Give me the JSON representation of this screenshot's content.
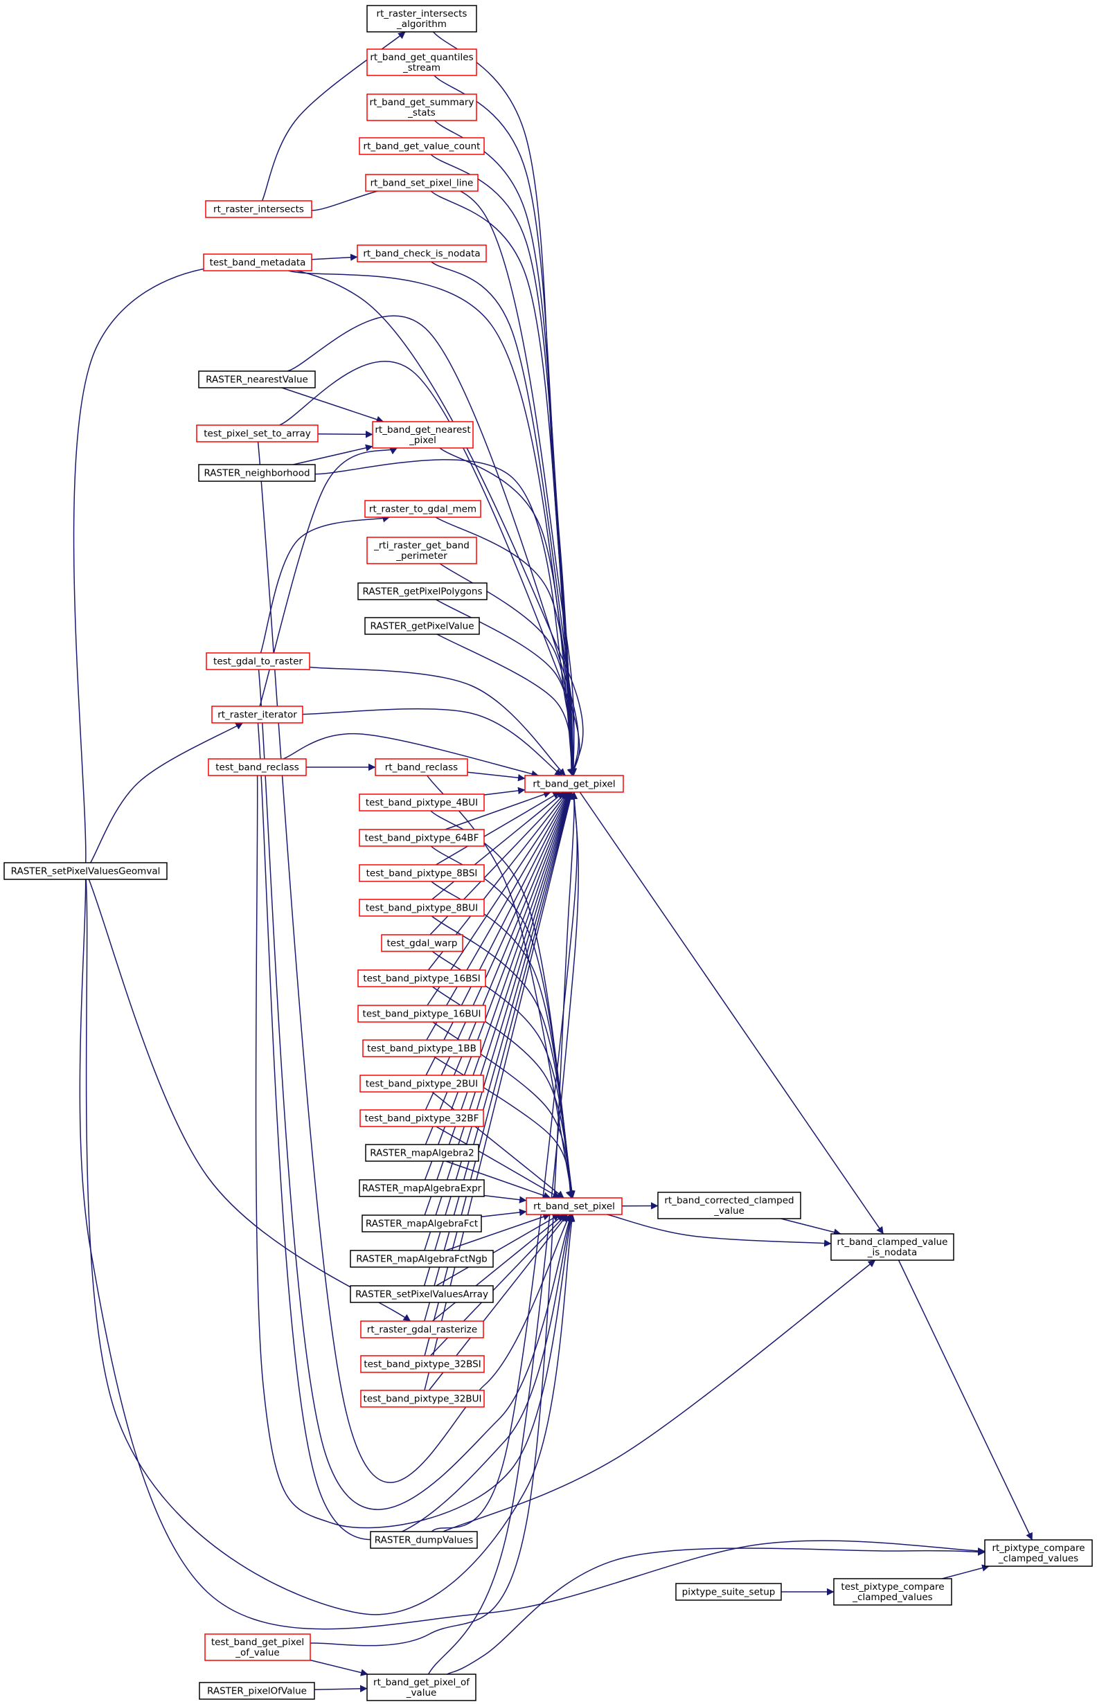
{
  "colors": {
    "edge": "#191970",
    "node_border_default": "#000000",
    "node_border_undocumented": "#ff0000",
    "node_fill_focus": "#bfbfbf",
    "node_fill": "#ffffff"
  },
  "nodes": [
    {
      "id": "rt_raster_intersects_algorithm",
      "lines": [
        "rt_raster_intersects",
        "_algorithm"
      ],
      "border": "black"
    },
    {
      "id": "rt_band_get_quantiles_stream",
      "lines": [
        "rt_band_get_quantiles",
        "_stream"
      ],
      "border": "red"
    },
    {
      "id": "rt_band_get_summary_stats",
      "lines": [
        "rt_band_get_summary",
        "_stats"
      ],
      "border": "red"
    },
    {
      "id": "rt_band_get_value_count",
      "lines": [
        "rt_band_get_value_count"
      ],
      "border": "red"
    },
    {
      "id": "rt_band_set_pixel_line",
      "lines": [
        "rt_band_set_pixel_line"
      ],
      "border": "red"
    },
    {
      "id": "rt_raster_intersects",
      "lines": [
        "rt_raster_intersects"
      ],
      "border": "red"
    },
    {
      "id": "rt_band_check_is_nodata",
      "lines": [
        "rt_band_check_is_nodata"
      ],
      "border": "red"
    },
    {
      "id": "test_band_metadata",
      "lines": [
        "test_band_metadata"
      ],
      "border": "red"
    },
    {
      "id": "RASTER_nearestValue",
      "lines": [
        "RASTER_nearestValue"
      ],
      "border": "black"
    },
    {
      "id": "rt_band_get_nearest_pixel",
      "lines": [
        "rt_band_get_nearest",
        "_pixel"
      ],
      "border": "red"
    },
    {
      "id": "test_pixel_set_to_array",
      "lines": [
        "test_pixel_set_to_array"
      ],
      "border": "red"
    },
    {
      "id": "RASTER_neighborhood",
      "lines": [
        "RASTER_neighborhood"
      ],
      "border": "black"
    },
    {
      "id": "rt_raster_to_gdal_mem",
      "lines": [
        "rt_raster_to_gdal_mem"
      ],
      "border": "red"
    },
    {
      "id": "_rti_raster_get_band_perimeter",
      "lines": [
        "_rti_raster_get_band",
        "_perimeter"
      ],
      "border": "red"
    },
    {
      "id": "RASTER_getPixelPolygons",
      "lines": [
        "RASTER_getPixelPolygons"
      ],
      "border": "black"
    },
    {
      "id": "RASTER_getPixelValue",
      "lines": [
        "RASTER_getPixelValue"
      ],
      "border": "black"
    },
    {
      "id": "test_gdal_to_raster",
      "lines": [
        "test_gdal_to_raster"
      ],
      "border": "red"
    },
    {
      "id": "rt_raster_iterator",
      "lines": [
        "rt_raster_iterator"
      ],
      "border": "red"
    },
    {
      "id": "test_band_reclass",
      "lines": [
        "test_band_reclass"
      ],
      "border": "red"
    },
    {
      "id": "rt_band_reclass",
      "lines": [
        "rt_band_reclass"
      ],
      "border": "red"
    },
    {
      "id": "rt_band_get_pixel",
      "lines": [
        "rt_band_get_pixel"
      ],
      "border": "red"
    },
    {
      "id": "test_band_pixtype_4BUI",
      "lines": [
        "test_band_pixtype_4BUI"
      ],
      "border": "red"
    },
    {
      "id": "test_band_pixtype_64BF",
      "lines": [
        "test_band_pixtype_64BF"
      ],
      "border": "red"
    },
    {
      "id": "RASTER_setPixelValuesGeomval",
      "lines": [
        "RASTER_setPixelValuesGeomval"
      ],
      "border": "black"
    },
    {
      "id": "test_band_pixtype_8BSI",
      "lines": [
        "test_band_pixtype_8BSI"
      ],
      "border": "red"
    },
    {
      "id": "test_band_pixtype_8BUI",
      "lines": [
        "test_band_pixtype_8BUI"
      ],
      "border": "red"
    },
    {
      "id": "test_gdal_warp",
      "lines": [
        "test_gdal_warp"
      ],
      "border": "red"
    },
    {
      "id": "test_band_pixtype_16BSI",
      "lines": [
        "test_band_pixtype_16BSI"
      ],
      "border": "red"
    },
    {
      "id": "test_band_pixtype_16BUI",
      "lines": [
        "test_band_pixtype_16BUI"
      ],
      "border": "red"
    },
    {
      "id": "test_band_pixtype_1BB",
      "lines": [
        "test_band_pixtype_1BB"
      ],
      "border": "red"
    },
    {
      "id": "test_band_pixtype_2BUI",
      "lines": [
        "test_band_pixtype_2BUI"
      ],
      "border": "red"
    },
    {
      "id": "test_band_pixtype_32BF",
      "lines": [
        "test_band_pixtype_32BF"
      ],
      "border": "red"
    },
    {
      "id": "RASTER_mapAlgebra2",
      "lines": [
        "RASTER_mapAlgebra2"
      ],
      "border": "black"
    },
    {
      "id": "RASTER_mapAlgebraExpr",
      "lines": [
        "RASTER_mapAlgebraExpr"
      ],
      "border": "black"
    },
    {
      "id": "rt_band_set_pixel",
      "lines": [
        "rt_band_set_pixel"
      ],
      "border": "red"
    },
    {
      "id": "rt_band_corrected_clamped_value",
      "lines": [
        "rt_band_corrected_clamped",
        "_value"
      ],
      "border": "black"
    },
    {
      "id": "RASTER_mapAlgebraFct",
      "lines": [
        "RASTER_mapAlgebraFct"
      ],
      "border": "black"
    },
    {
      "id": "rt_band_clamped_value_is_nodata",
      "lines": [
        "rt_band_clamped_value",
        "_is_nodata"
      ],
      "border": "black"
    },
    {
      "id": "RASTER_mapAlgebraFctNgb",
      "lines": [
        "RASTER_mapAlgebraFctNgb"
      ],
      "border": "black"
    },
    {
      "id": "RASTER_setPixelValuesArray",
      "lines": [
        "RASTER_setPixelValuesArray"
      ],
      "border": "black"
    },
    {
      "id": "rt_raster_gdal_rasterize",
      "lines": [
        "rt_raster_gdal_rasterize"
      ],
      "border": "red"
    },
    {
      "id": "test_band_pixtype_32BSI",
      "lines": [
        "test_band_pixtype_32BSI"
      ],
      "border": "red"
    },
    {
      "id": "test_band_pixtype_32BUI",
      "lines": [
        "test_band_pixtype_32BUI"
      ],
      "border": "red"
    },
    {
      "id": "RASTER_dumpValues",
      "lines": [
        "RASTER_dumpValues"
      ],
      "border": "black"
    },
    {
      "id": "rt_pixtype_compare_clamped_values",
      "lines": [
        "rt_pixtype_compare",
        "_clamped_values"
      ],
      "border": "black",
      "focus": true
    },
    {
      "id": "pixtype_suite_setup",
      "lines": [
        "pixtype_suite_setup"
      ],
      "border": "black"
    },
    {
      "id": "test_pixtype_compare_clamped_values",
      "lines": [
        "test_pixtype_compare",
        "_clamped_values"
      ],
      "border": "black"
    },
    {
      "id": "test_band_get_pixel_of_value",
      "lines": [
        "test_band_get_pixel",
        "_of_value"
      ],
      "border": "red"
    },
    {
      "id": "rt_band_get_pixel_of_value",
      "lines": [
        "rt_band_get_pixel_of",
        "_value"
      ],
      "border": "black"
    },
    {
      "id": "RASTER_pixelOfValue",
      "lines": [
        "RASTER_pixelOfValue"
      ],
      "border": "black"
    }
  ]
}
